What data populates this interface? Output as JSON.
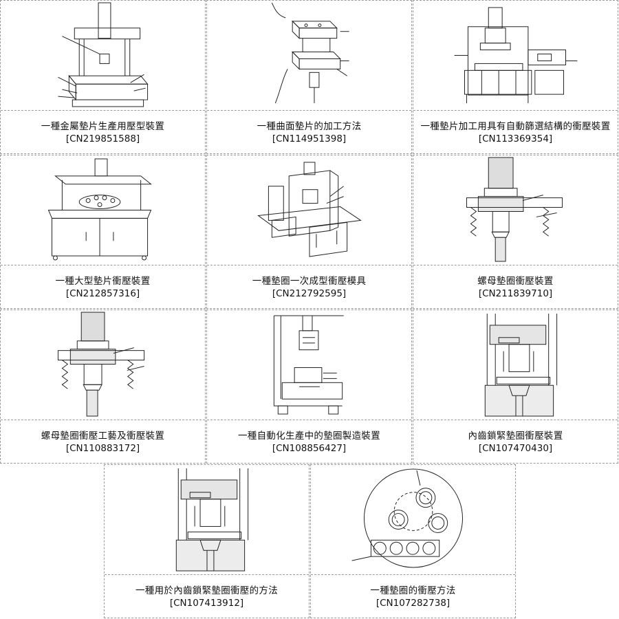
{
  "patents": [
    {
      "title": "一種金屬墊片生產用壓型裝置",
      "number": "[CN219851588]",
      "icon": "punch-press-figure"
    },
    {
      "title": "一種曲面墊片的加工方法",
      "number": "[CN114951398]",
      "icon": "curved-die-figure"
    },
    {
      "title": "一種墊片加工用具有自動篩選結構的衝壓裝置",
      "number": "[CN113369354]",
      "icon": "screening-press-figure"
    },
    {
      "title": "一種大型墊片衝壓裝置",
      "number": "[CN212857316]",
      "icon": "large-press-figure"
    },
    {
      "title": "一種墊圈一次成型衝壓模具",
      "number": "[CN212792595]",
      "icon": "one-step-die-figure"
    },
    {
      "title": "螺母墊圈衝壓裝置",
      "number": "[CN211839710]",
      "icon": "nut-washer-press-figure"
    },
    {
      "title": "螺母墊圈衝壓工藝及衝壓裝置",
      "number": "[CN110883172]",
      "icon": "nut-washer-process-figure"
    },
    {
      "title": "一種自動化生產中的墊圈製造裝置",
      "number": "[CN108856427]",
      "icon": "automated-washer-figure"
    },
    {
      "title": "內齒鎖緊墊圈衝壓裝置",
      "number": "[CN107470430]",
      "icon": "inner-tooth-press-figure"
    },
    {
      "title": "一種用於內齒鎖緊墊圈衝壓的方法",
      "number": "[CN107413912]",
      "icon": "inner-tooth-method-figure"
    },
    {
      "title": "一種墊圈的衝壓方法",
      "number": "[CN107282738]",
      "icon": "rotary-table-figure"
    }
  ]
}
